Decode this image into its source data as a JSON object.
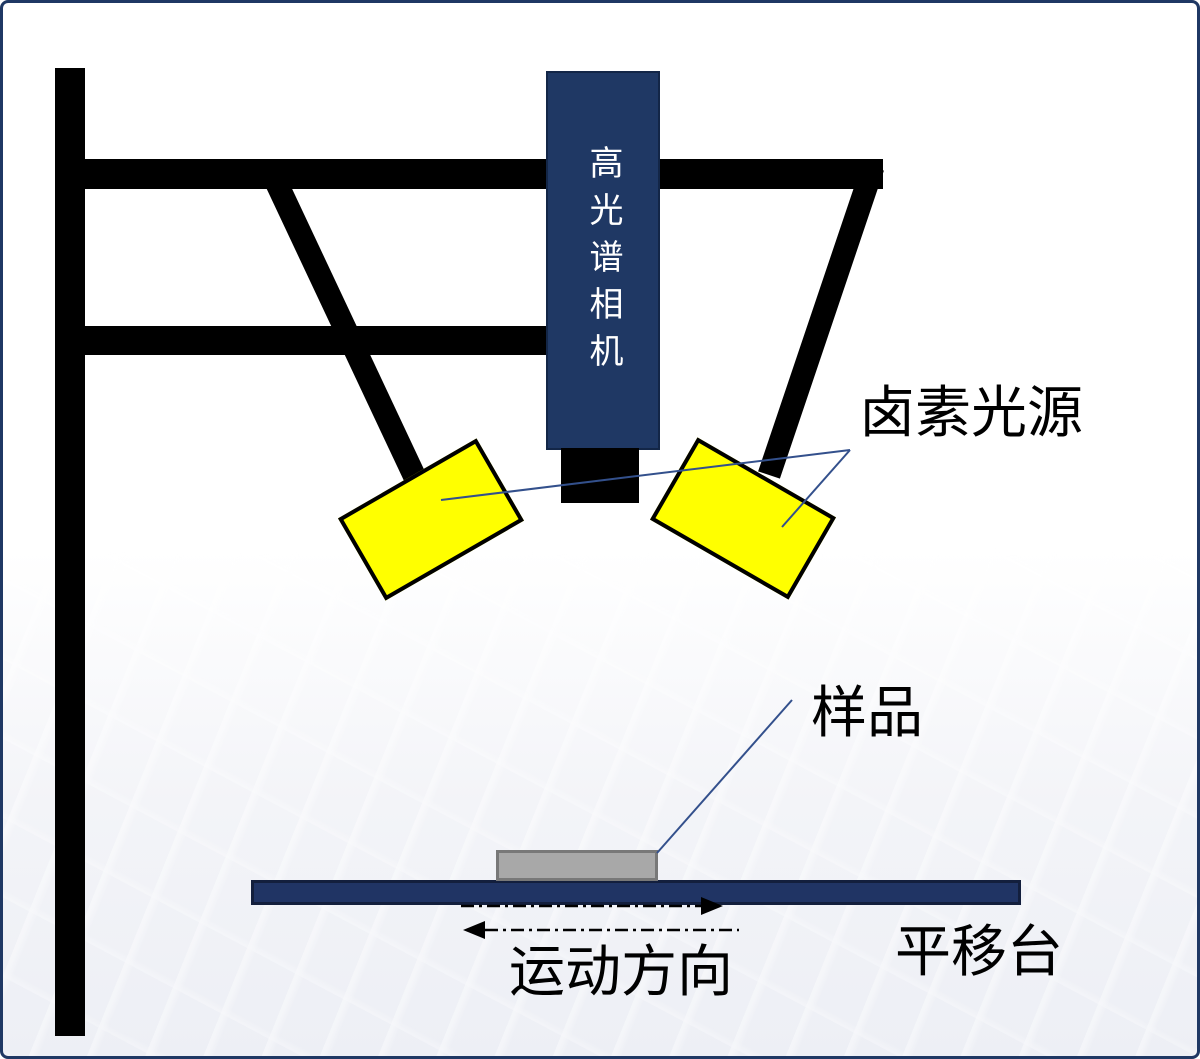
{
  "labels": {
    "camera": "高光谱相机",
    "halogen_light": "卤素光源",
    "sample": "样品",
    "motion_direction": "运动方向",
    "stage": "平移台"
  },
  "colors": {
    "black": "#000000",
    "navy": "#1f3864",
    "navy_dark_border": "#131f3d",
    "yellow": "#ffff00",
    "sample_gray": "#a8a8a8",
    "sample_gray_border": "#787878",
    "leader_blue": "#33508c",
    "camera_text": "#ffffff",
    "page_border": "#1f3864"
  },
  "diagram": {
    "type": "experimental-setup-schematic",
    "description_parts": [
      "frame-stand",
      "hyperspectral-camera",
      "camera-lens",
      "halogen-light-left",
      "halogen-light-right",
      "sample-on-stage",
      "translation-stage",
      "motion-direction-arrows"
    ]
  }
}
